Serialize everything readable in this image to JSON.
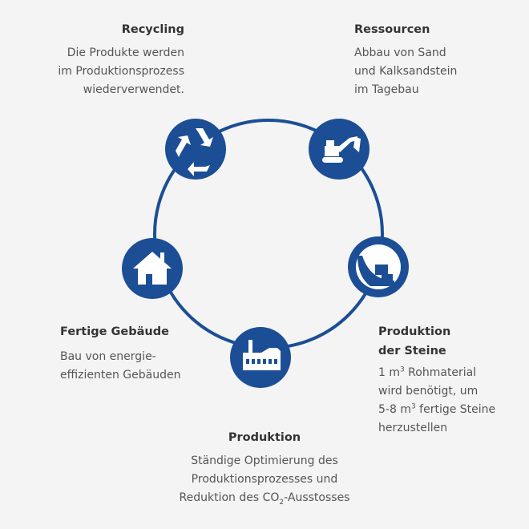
{
  "colors": {
    "primary": "#1c4e96",
    "background": "#f4f4f4",
    "icon_fg": "#ffffff"
  },
  "nodes": [
    {
      "id": "recycling",
      "icon": "recycling-icon",
      "title": "Recycling",
      "lines": [
        "Die Produkte werden",
        "im Produktionsprozess",
        "wiederverwendet."
      ]
    },
    {
      "id": "ressourcen",
      "icon": "excavator-icon",
      "title": "Ressourcen",
      "lines": [
        "Abbau von Sand",
        "und Kalksandstein",
        "im Tagebau"
      ]
    },
    {
      "id": "produktion-der-steine",
      "icon": "mold-icon",
      "title_lines": [
        "Produktion",
        "der Steine"
      ],
      "lines": [
        "1 m",
        "wird benötigt, um",
        "5-8 m",
        "herzustellen"
      ],
      "line1_after": " Rohmaterial",
      "line3_after": " fertige Steine",
      "sup": "3"
    },
    {
      "id": "produktion",
      "icon": "factory-icon",
      "title": "Produktion",
      "lines": [
        "Ständige Optimierung des",
        "Produktionsprozesses und",
        "Reduktion des CO",
        "-Ausstosses"
      ],
      "sub": "2"
    },
    {
      "id": "fertige-gebaeude",
      "icon": "house-icon",
      "title": "Fertige Gebäude",
      "lines": [
        "Bau von energie-",
        "effizienten Gebäuden"
      ]
    }
  ]
}
